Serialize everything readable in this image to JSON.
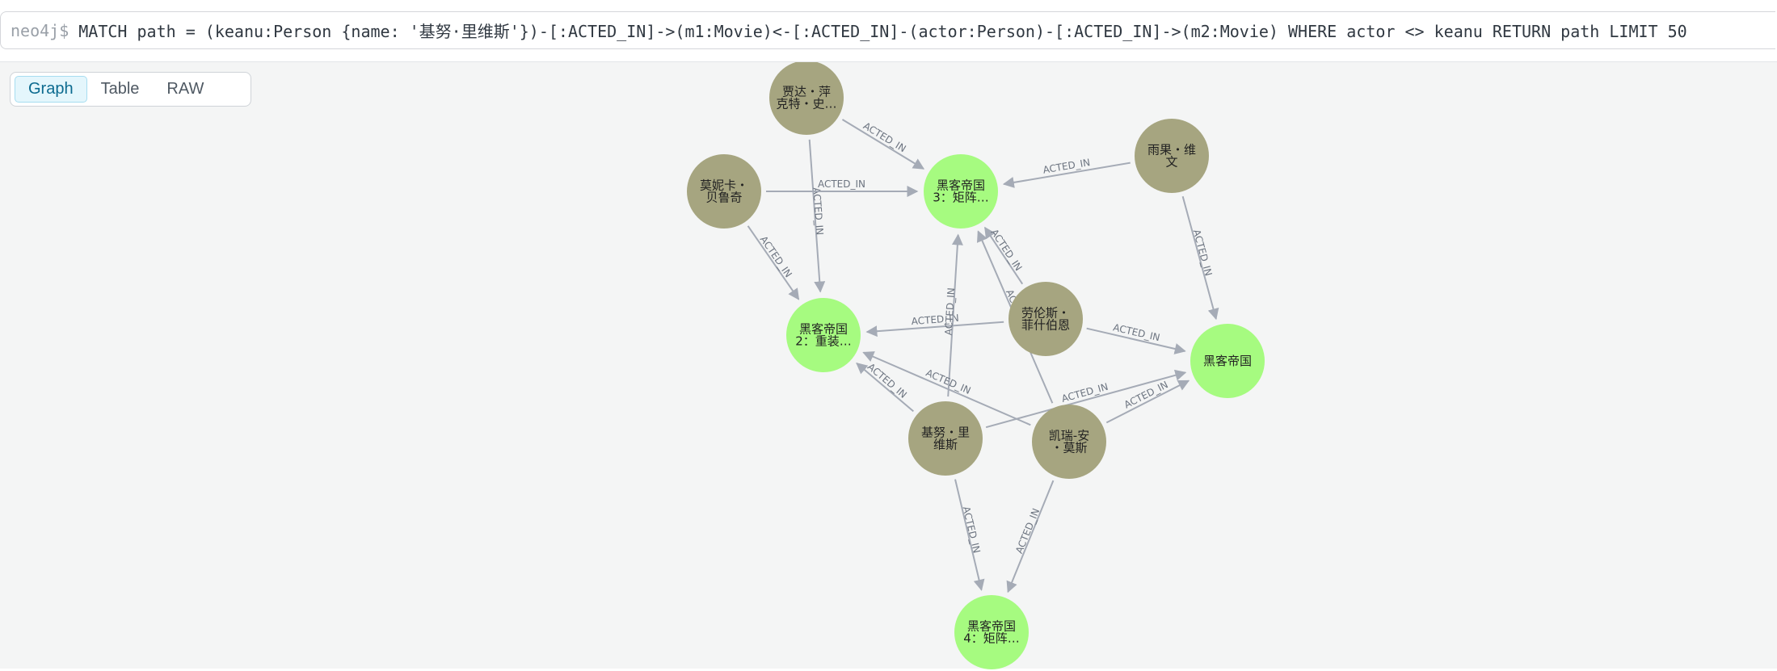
{
  "query_bar": {
    "prompt": "neo4j$",
    "query": "MATCH path = (keanu:Person {name: '基努·里维斯'})-[:ACTED_IN]->(m1:Movie)<-[:ACTED_IN]-(actor:Person)-[:ACTED_IN]->(m2:Movie) WHERE actor <> keanu RETURN path LIMIT 50"
  },
  "view_tabs": [
    {
      "label": "Graph",
      "active": true
    },
    {
      "label": "Table",
      "active": false
    },
    {
      "label": "RAW",
      "active": false
    }
  ],
  "colors": {
    "person_node": "#a6a580",
    "movie_node": "#a6fb80",
    "relationship": "#a5abb6"
  },
  "graph": {
    "nodes": [
      {
        "id": "p_jada",
        "type": "person",
        "lines": [
          "贾达・萍",
          "克特・史…"
        ]
      },
      {
        "id": "p_monica",
        "type": "person",
        "lines": [
          "莫妮卡・",
          "贝鲁奇"
        ]
      },
      {
        "id": "p_hugo",
        "type": "person",
        "lines": [
          "雨果・维",
          "文"
        ]
      },
      {
        "id": "p_laurence",
        "type": "person",
        "lines": [
          "劳伦斯・",
          "菲什伯恩"
        ]
      },
      {
        "id": "p_keanu",
        "type": "person",
        "lines": [
          "基努・里",
          "维斯"
        ]
      },
      {
        "id": "p_carrie",
        "type": "person",
        "lines": [
          "凯瑞-安",
          "・莫斯"
        ]
      },
      {
        "id": "m_matrix3",
        "type": "movie",
        "lines": [
          "黑客帝国",
          "3：矩阵…"
        ]
      },
      {
        "id": "m_matrix2",
        "type": "movie",
        "lines": [
          "黑客帝国",
          "2：重装…"
        ]
      },
      {
        "id": "m_matrix",
        "type": "movie",
        "lines": [
          "黑客帝国"
        ]
      },
      {
        "id": "m_matrix4",
        "type": "movie",
        "lines": [
          "黑客帝国",
          "4：矩阵…"
        ]
      }
    ],
    "relationships": [
      {
        "from": "p_jada",
        "to": "m_matrix3",
        "label": "ACTED_IN"
      },
      {
        "from": "p_jada",
        "to": "m_matrix2",
        "label": "ACTED_IN"
      },
      {
        "from": "p_monica",
        "to": "m_matrix3",
        "label": "ACTED_IN"
      },
      {
        "from": "p_monica",
        "to": "m_matrix2",
        "label": "ACTED_IN"
      },
      {
        "from": "p_hugo",
        "to": "m_matrix3",
        "label": "ACTED_IN"
      },
      {
        "from": "p_hugo",
        "to": "m_matrix",
        "label": "ACTED_IN"
      },
      {
        "from": "p_laurence",
        "to": "m_matrix3",
        "label": "ACTED_IN"
      },
      {
        "from": "p_laurence",
        "to": "m_matrix2",
        "label": "ACTED_IN"
      },
      {
        "from": "p_laurence",
        "to": "m_matrix",
        "label": "ACTED_IN"
      },
      {
        "from": "p_keanu",
        "to": "m_matrix3",
        "label": "ACTED_IN"
      },
      {
        "from": "p_keanu",
        "to": "m_matrix2",
        "label": "ACTED_IN"
      },
      {
        "from": "p_keanu",
        "to": "m_matrix",
        "label": "ACTED_IN"
      },
      {
        "from": "p_keanu",
        "to": "m_matrix4",
        "label": "ACTED_IN"
      },
      {
        "from": "p_carrie",
        "to": "m_matrix3",
        "label": "ACTED_IN"
      },
      {
        "from": "p_carrie",
        "to": "m_matrix2",
        "label": "ACTED_IN"
      },
      {
        "from": "p_carrie",
        "to": "m_matrix",
        "label": "ACTED_IN"
      },
      {
        "from": "p_carrie",
        "to": "m_matrix4",
        "label": "ACTED_IN"
      }
    ]
  }
}
